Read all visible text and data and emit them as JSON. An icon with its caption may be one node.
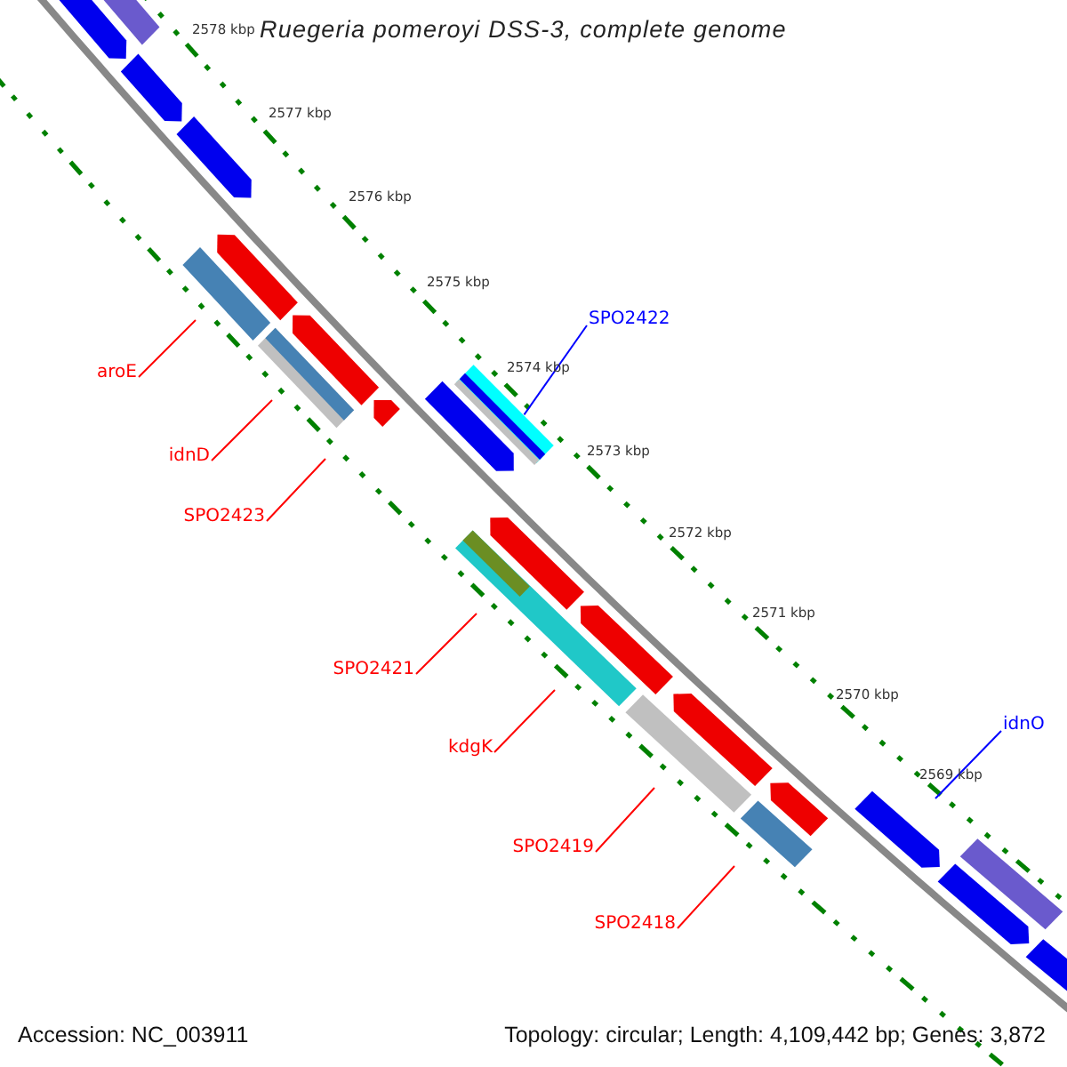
{
  "diagram": {
    "title": "Ruegeria pomeroyi DSS-3, complete genome",
    "nodes": [
      {
        "text": [
          "SPO2422"
        ]
      },
      {
        "text": [
          "aroE"
        ]
      },
      {
        "text": [
          "idnD"
        ]
      },
      {
        "text": [
          "SPO2423"
        ]
      },
      {
        "text": [
          "SPO2421"
        ]
      },
      {
        "text": [
          "idnO"
        ]
      },
      {
        "text": [
          "kdgK"
        ]
      },
      {
        "text": [
          "SPO2419"
        ]
      },
      {
        "text": [
          "SPO2418"
        ]
      },
      {
        "text": [],
        "shape": "bar"
      }
    ],
    "edges": [
      {
        "from": 0,
        "to": 9,
        "arrow": "none",
        "color": "#0000ff"
      },
      {
        "from": 1,
        "to": null,
        "arrow": "none"
      },
      {
        "from": 2,
        "to": null,
        "arrow": "none"
      },
      {
        "from": 3,
        "to": null,
        "arrow": "none"
      },
      {
        "from": 4,
        "to": null,
        "arrow": "none"
      },
      {
        "from": 5,
        "to": null,
        "arrow": "none",
        "color": "#0000ff"
      },
      {
        "from": 6,
        "to": null,
        "arrow": "none"
      },
      {
        "from": 7,
        "to": null,
        "arrow": "none"
      },
      {
        "from": 8,
        "to": null,
        "arrow": "none"
      }
    ],
    "labels": [
      "2578 kbp",
      "2577 kbp",
      "2576 kbp",
      "2575 kbp",
      "2574 kbp",
      "2573 kbp",
      "2572 kbp",
      "2571 kbp",
      "2570 kbp",
      "2569 kbp",
      "Accession: NC_003911",
      "Topology: circular; Length: 4,109,442 bp; Genes: 3,872"
    ]
  }
}
